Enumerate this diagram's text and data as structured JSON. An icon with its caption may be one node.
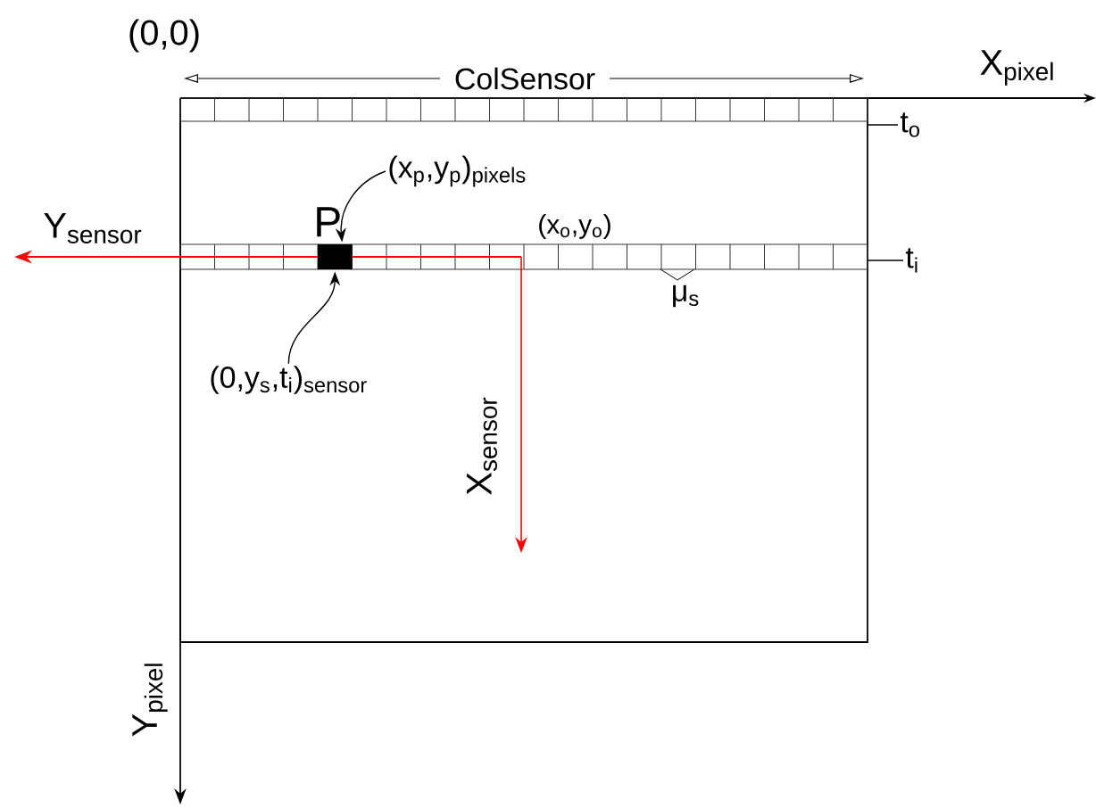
{
  "diagram": {
    "nodes": [
      {
        "text": [],
        "shape": "bar"
      },
      {
        "text": [],
        "shape": "bar"
      },
      {
        "text": [
          "P"
        ],
        "in": 1
      },
      {
        "text": [
          "(x$_{p}$,y$_{p}$)$_{pixels}$"
        ]
      },
      {
        "text": [
          "(0,y$_{s}$,t$_{i}$)$_{sensor}$"
        ]
      },
      {
        "text": [
          "t$_{o}$"
        ]
      },
      {
        "text": [
          "t$_{i}$"
        ]
      }
    ],
    "edges": [
      {
        "from": 3,
        "to": 2,
        "arrow": "to"
      },
      {
        "from": 4,
        "to": 2,
        "arrow": "to"
      },
      {
        "from": 5,
        "to": 0,
        "arrow": "none"
      },
      {
        "from": 6,
        "to": 1,
        "arrow": "none"
      }
    ],
    "labels": [
      "(0,0)",
      "ColSensor",
      "X$_{pixel}$",
      "Y$_{sensor}$",
      "(x$_{o}$,y$_{o}$)",
      "μ$_{s}$",
      "X$_{sensor}$",
      "Y$_{pixel}$"
    ]
  }
}
